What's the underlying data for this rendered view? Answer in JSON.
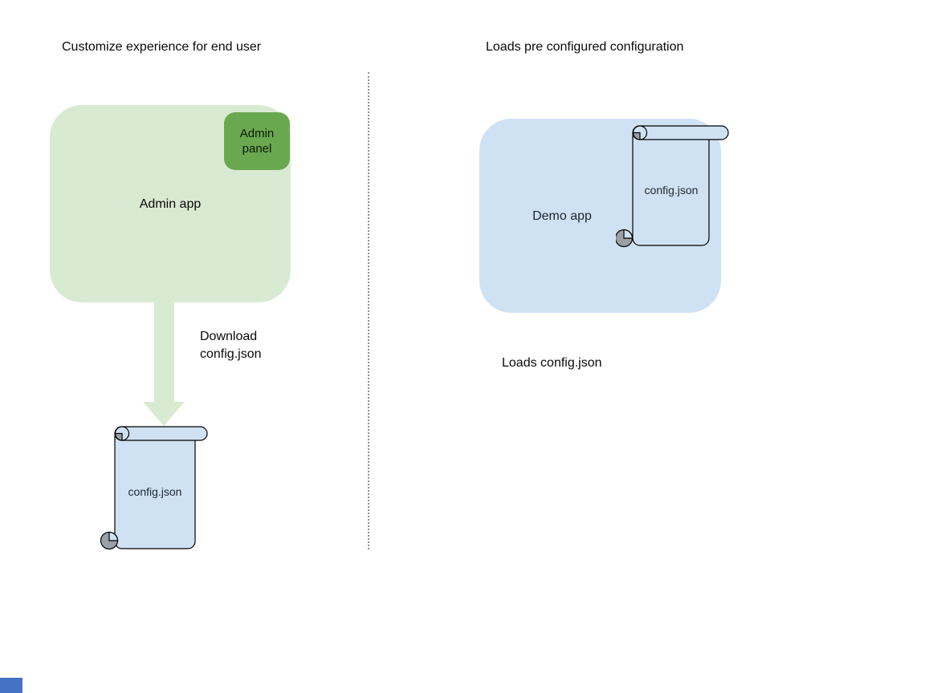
{
  "diagram": {
    "left": {
      "title": "Customize experience for end user",
      "admin_app_label": "Admin app",
      "admin_panel_label": "Admin panel",
      "arrow_caption": "Download\nconfig.json",
      "file_label": "config.json"
    },
    "right": {
      "title": "Loads pre configured configuration",
      "demo_app_label": "Demo app",
      "file_label": "config.json",
      "caption": "Loads config.json"
    },
    "colors": {
      "admin_app_fill": "#d9ead3",
      "admin_panel_fill": "#6aa84f",
      "arrow_fill": "#d9ead3",
      "demo_app_fill": "#cfe2f3",
      "file_fill": "#cfe2f3",
      "curl_gray": "#9aa0a6",
      "outline": "#000000",
      "divider": "#909090",
      "artifact_blue": "#4472c4"
    }
  }
}
